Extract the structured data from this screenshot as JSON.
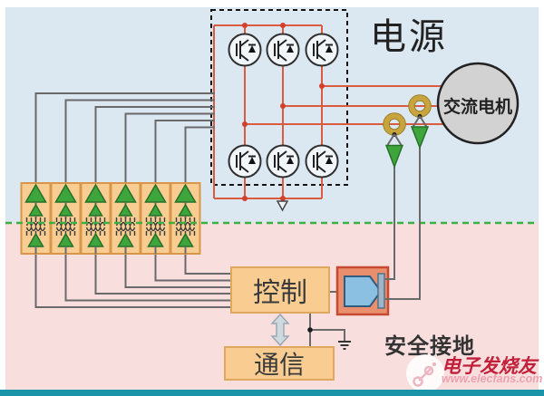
{
  "labels": {
    "power_supply": "电源",
    "ac_motor": "交流电机",
    "control": "控制",
    "communication": "通信",
    "safety_ground": "安全接地"
  },
  "watermark": {
    "brand": "电子发烧友",
    "site": "www.elecfans.com"
  },
  "colors": {
    "background_top": "#dbe7f1",
    "background_bottom": "#f9dede",
    "isolation_line_green": "#3cb043",
    "power_wire_red": "#d95c41",
    "signal_wire_gray": "#6a6a6a",
    "module_orange_fill": "#f9cd92",
    "module_orange_border": "#d8964a",
    "amplifier_green": "#3da53c",
    "sensor_ring_gold": "#c7a43c",
    "connector_fill": "#e98f6d",
    "connector_border": "#c74a30",
    "plug_blue": "#8cc0e2",
    "motor_gray": "#d2d2d2",
    "footer_teal": "#1b93a8",
    "watermark_red": "#c21f3a",
    "watermark_pink": "#eba2b0",
    "text_dark": "#222222"
  },
  "structure": {
    "igbt_count": 6,
    "phase_line_count": 3,
    "gate_driver_count": 6,
    "current_sensor_count": 2
  }
}
